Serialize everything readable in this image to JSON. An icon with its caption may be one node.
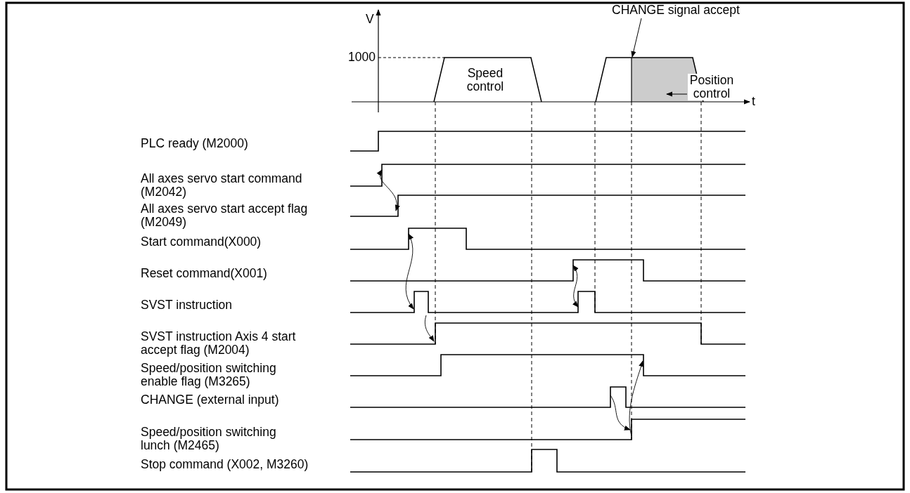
{
  "diagram": {
    "nodes": [
      {
        "text": [
          "CHANGE signal accept"
        ]
      },
      {
        "text": [
          "Position control"
        ]
      },
      {
        "text": [],
        "shape": "bar"
      },
      {
        "text": [],
        "shape": "box"
      }
    ],
    "edges": [
      {
        "from": 0,
        "to": 2,
        "arrow": "to"
      },
      {
        "from": 1,
        "to": 3,
        "arrow": "to"
      }
    ],
    "labels": [
      "V",
      "1000",
      "Speed control",
      "t",
      "PLC ready (M2000)",
      "All axes servo start command (M2042)",
      "All axes servo start accept flag (M2049)",
      "Start command(X000)",
      "Reset command(X001)",
      "SVST instruction",
      "SVST instruction Axis 4 start accept flag (M2004)",
      "Speed/position switching enable flag (M3265)",
      "CHANGE (external input)",
      "Speed/position switching lunch (M2465)",
      "Stop command (X002, M3260)"
    ]
  }
}
